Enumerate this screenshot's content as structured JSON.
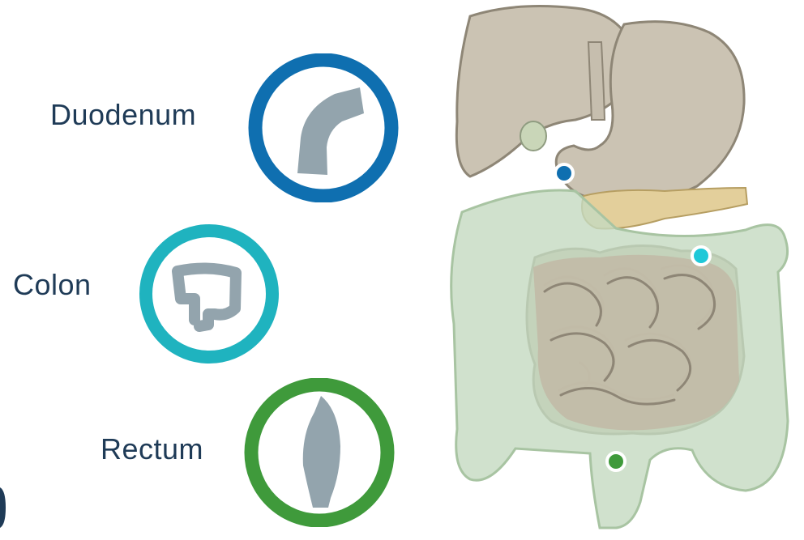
{
  "labels": {
    "duodenum": "Duodenum",
    "colon": "Colon",
    "rectum": "Rectum"
  },
  "colors": {
    "duodenum_ring": "#0f6fb0",
    "colon_ring": "#1fb3bf",
    "rectum_ring": "#3f9a3b",
    "icon_fill": "#93a4ad",
    "label_text": "#1f3b57",
    "colon_organ": "#c4d9c0",
    "small_intestine": "#c2b8a6",
    "liver": "#cbc3b3",
    "pancreas": "#e3cf9b"
  },
  "markers": [
    {
      "organ": "duodenum",
      "color": "#0f6fb0"
    },
    {
      "organ": "colon",
      "color": "#1fc8d8"
    },
    {
      "organ": "rectum",
      "color": "#3f9a3b"
    }
  ]
}
